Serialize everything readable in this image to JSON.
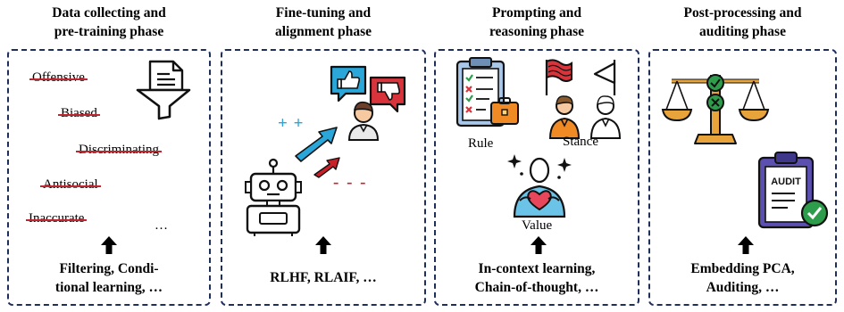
{
  "phases": [
    {
      "title_line1": "Data collecting and",
      "title_line2": "pre-training phase",
      "struck_words": [
        "Offensive",
        "Biased",
        "Discriminating",
        "Antisocial",
        "Inaccurate"
      ],
      "ellipsis": "…",
      "method_line1": "Filtering, Condi-",
      "method_line2": "tional learning, …"
    },
    {
      "title_line1": "Fine-tuning and",
      "title_line2": "alignment phase",
      "plus_label": "+ +",
      "minus_label": "- - -",
      "method_line1": "RLHF, RLAIF, …"
    },
    {
      "title_line1": "Prompting and",
      "title_line2": "reasoning phase",
      "rule_label": "Rule",
      "stance_label": "Stance",
      "value_label": "Value",
      "method_line1": "In-context learning,",
      "method_line2": "Chain-of-thought, …"
    },
    {
      "title_line1": "Post-processing and",
      "title_line2": "auditing phase",
      "audit_text": "AUDIT",
      "method_line1": "Embedding PCA,",
      "method_line2": "Auditing, …"
    }
  ],
  "colors": {
    "border": "#1f2f5c",
    "strike": "#c0262d",
    "arrow_blue": "#2aa6d8",
    "arrow_red": "#c8212a",
    "gold": "#e8a33b",
    "green": "#2e9d4b",
    "purple": "#5b4fb0"
  }
}
